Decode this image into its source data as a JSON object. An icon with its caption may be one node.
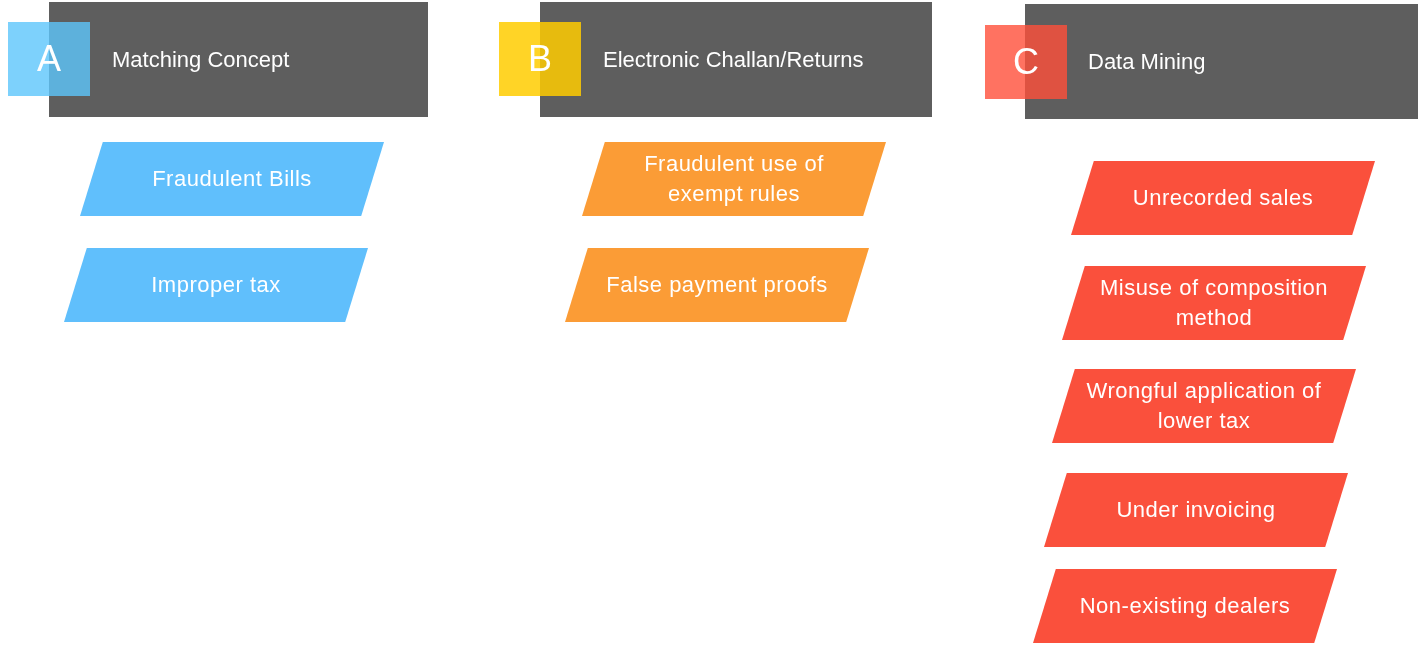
{
  "diagram": {
    "nodes": [
      {
        "text": [
          "A"
        ]
      },
      {
        "text": [
          "Matching Concept"
        ]
      },
      {
        "text": [
          "Fraudulent Bills"
        ]
      },
      {
        "text": [
          "Improper tax"
        ]
      },
      {
        "text": [
          "B"
        ]
      },
      {
        "text": [
          "Electronic Challan/Returns"
        ]
      },
      {
        "text": [
          "Fraudulent use of exempt rules"
        ]
      },
      {
        "text": [
          "False payment proofs"
        ]
      },
      {
        "text": [
          "C"
        ]
      },
      {
        "text": [
          "Data Mining"
        ]
      },
      {
        "text": [
          "Unrecorded sales"
        ]
      },
      {
        "text": [
          "Misuse of composition method"
        ]
      },
      {
        "text": [
          "Wrongful application of lower tax"
        ]
      },
      {
        "text": [
          "Under invoicing"
        ]
      },
      {
        "text": [
          "Non-existing dealers"
        ]
      }
    ]
  }
}
